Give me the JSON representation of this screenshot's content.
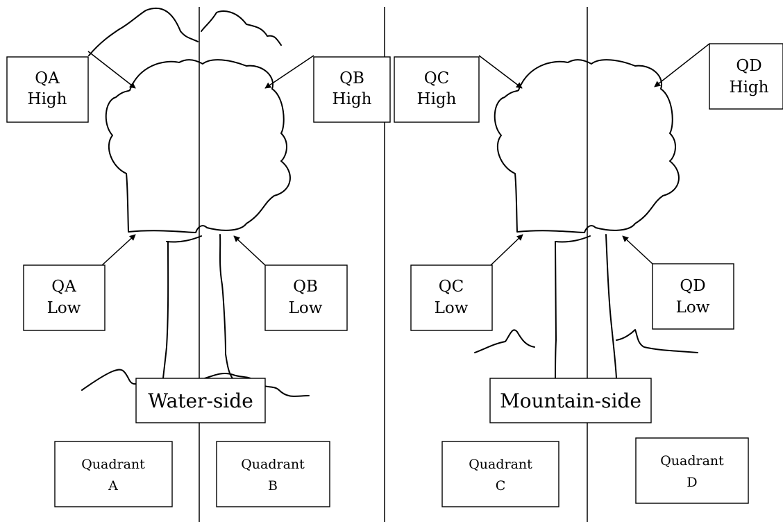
{
  "labels": {
    "qa_high": [
      "QA",
      "High"
    ],
    "qb_high": [
      "QB",
      "High"
    ],
    "qc_high": [
      "QC",
      "High"
    ],
    "qd_high": [
      "QD",
      "High"
    ],
    "qa_low": [
      "QA",
      "Low"
    ],
    "qb_low": [
      "QB",
      "Low"
    ],
    "qc_low": [
      "QC",
      "Low"
    ],
    "qd_low": [
      "QD",
      "Low"
    ],
    "water_side": "Water-side",
    "mountain_side": "Mountain-side",
    "quadrant_a": [
      "Quadrant",
      "A"
    ],
    "quadrant_b": [
      "Quadrant",
      "B"
    ],
    "quadrant_c": [
      "Quadrant",
      "C"
    ],
    "quadrant_d": [
      "Quadrant",
      "D"
    ]
  }
}
